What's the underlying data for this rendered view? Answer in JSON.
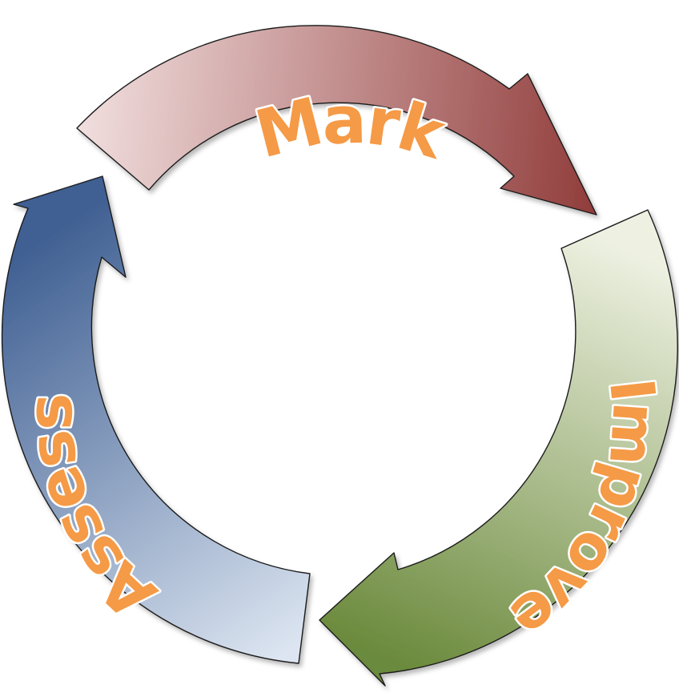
{
  "diagram": {
    "steps": [
      {
        "label": "Mark",
        "color_start": "#f1dede",
        "color_end": "#8c3533"
      },
      {
        "label": "Improve",
        "color_start": "#eef1e2",
        "color_end": "#6b8a3c"
      },
      {
        "label": "Assess",
        "color_start": "#dce5f1",
        "color_end": "#3f5f92"
      }
    ],
    "label_color": "#f59a46",
    "label_outline_color": "#ffffff"
  }
}
